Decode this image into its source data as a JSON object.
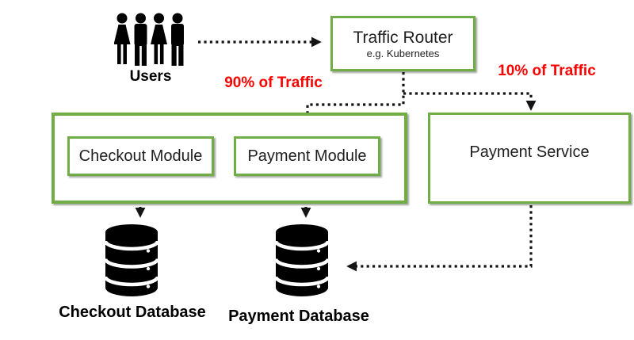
{
  "nodes": {
    "users": {
      "label": "Users"
    },
    "traffic_router": {
      "title": "Traffic Router",
      "subtitle": "e.g. Kubernetes"
    },
    "checkout_module": {
      "label": "Checkout Module"
    },
    "payment_module": {
      "label": "Payment Module"
    },
    "payment_service": {
      "label": "Payment Service"
    },
    "checkout_database": {
      "label": "Checkout Database"
    },
    "payment_database": {
      "label": "Payment Database"
    }
  },
  "edge_labels": {
    "traffic_90": {
      "label": "90% of Traffic",
      "color": "#FF0000"
    },
    "traffic_10": {
      "label": "10% of Traffic",
      "color": "#FF0000"
    }
  },
  "icons": {
    "users": "users-group-icon",
    "checkout_database": "database-cylinder-icon",
    "payment_database": "database-cylinder-icon",
    "connectors": "dotted-arrow"
  },
  "colors": {
    "background": "#FFFFFF",
    "box_border_green": "#70AD47",
    "traffic_label_red": "#FF0000",
    "content_black": "#000000"
  }
}
